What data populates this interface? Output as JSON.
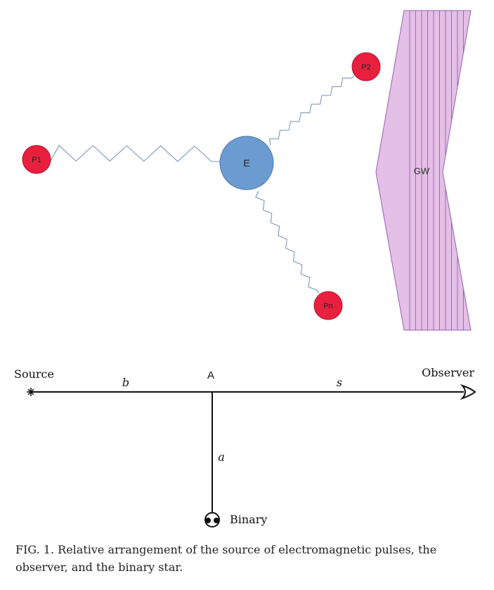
{
  "top_diagram": {
    "nodes": {
      "p1": "P1",
      "p2": "P2",
      "pn": "Pn",
      "earth": "E"
    },
    "wave_label": "GW",
    "colors": {
      "pulsar": "#e8203e",
      "earth": "#6b9bd1",
      "spring": "#6f8fb8",
      "wave_fill": "#e4bfe6",
      "wave_stroke": "#9560b4"
    }
  },
  "bottom_diagram": {
    "source_label": "Source",
    "observer_label": "Observer",
    "point_label": "A",
    "distance_b": "b",
    "distance_s": "s",
    "distance_a": "a",
    "binary_label": "Binary"
  },
  "caption": "FIG. 1. Relative arrangement of the source of electromagnetic pulses, the observer, and the binary star."
}
